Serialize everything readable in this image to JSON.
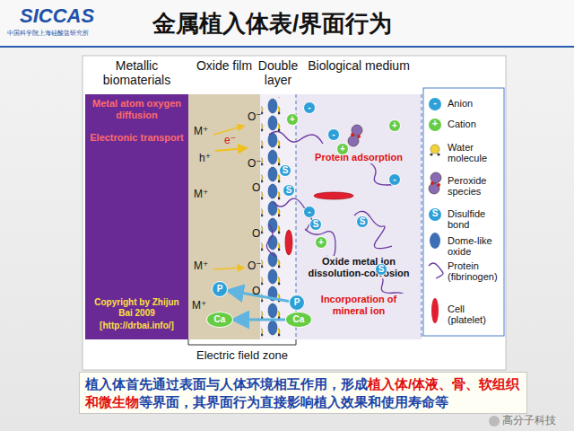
{
  "diagram": {
    "title": "金属植入体表/界面行为",
    "nodes": [
      {
        "text": [
          "Metallic biomaterials",
          "Metal atom oxygen diffusion",
          "Electronic transport",
          "Copyright by Zhijun Bai 2009",
          "[http://drbai.info/]"
        ]
      },
      {
        "text": [
          "Oxide film"
        ]
      },
      {
        "text": [
          "Double layer"
        ]
      },
      {
        "text": [
          "Biological medium",
          "Protein adsorption",
          "Oxide metal ion dissolution-corrosion",
          "Incorporation of mineral ion"
        ]
      },
      {
        "text": [
          "S"
        ]
      },
      {
        "text": [
          "S"
        ]
      },
      {
        "text": [
          "S"
        ]
      },
      {
        "text": [
          "S"
        ]
      },
      {
        "text": [
          "S"
        ]
      },
      {
        "text": [
          "P"
        ]
      },
      {
        "text": [
          "P"
        ]
      },
      {
        "text": [
          "Ca"
        ]
      },
      {
        "text": [
          "Ca"
        ]
      },
      {
        "text": [
          "+"
        ]
      },
      {
        "text": [
          "+"
        ]
      },
      {
        "text": [
          "+"
        ]
      },
      {
        "text": [
          "+"
        ]
      },
      {
        "text": [
          "-"
        ]
      },
      {
        "text": [
          "-"
        ]
      },
      {
        "text": [
          "-"
        ]
      },
      {
        "text": [
          "-"
        ]
      }
    ],
    "edges": [
      {
        "from": 10,
        "to": 9,
        "arrow": "to"
      },
      {
        "from": 12,
        "to": 11,
        "arrow": "to"
      }
    ],
    "labels": [
      "SICCAS",
      "中国科学院上海硅酸盐研究所",
      "M⁺",
      "O⁻",
      "e⁻",
      "h⁺",
      "O⁻",
      "M⁺",
      "O",
      "O",
      "M⁺",
      "O⁻",
      "M⁺",
      "O",
      "Electric field zone",
      "-",
      "+",
      "S",
      "植入体首先通过表面与人体环境相互作用，形成",
      "植入体/体液、骨、软组织和微生物",
      "等界面，其界面行为直接影响植入效果和使用寿命等",
      "高分子科技"
    ],
    "legend": [
      {
        "text": "Anion"
      },
      {
        "text": "Cation"
      },
      {
        "text": "Water molecule"
      },
      {
        "text": "Peroxide species"
      },
      {
        "text": "Disulfide bond"
      },
      {
        "text": "Dome-like oxide"
      },
      {
        "text": "Protein (fibrinogen)"
      },
      {
        "text": "Cell (platelet)"
      }
    ]
  }
}
